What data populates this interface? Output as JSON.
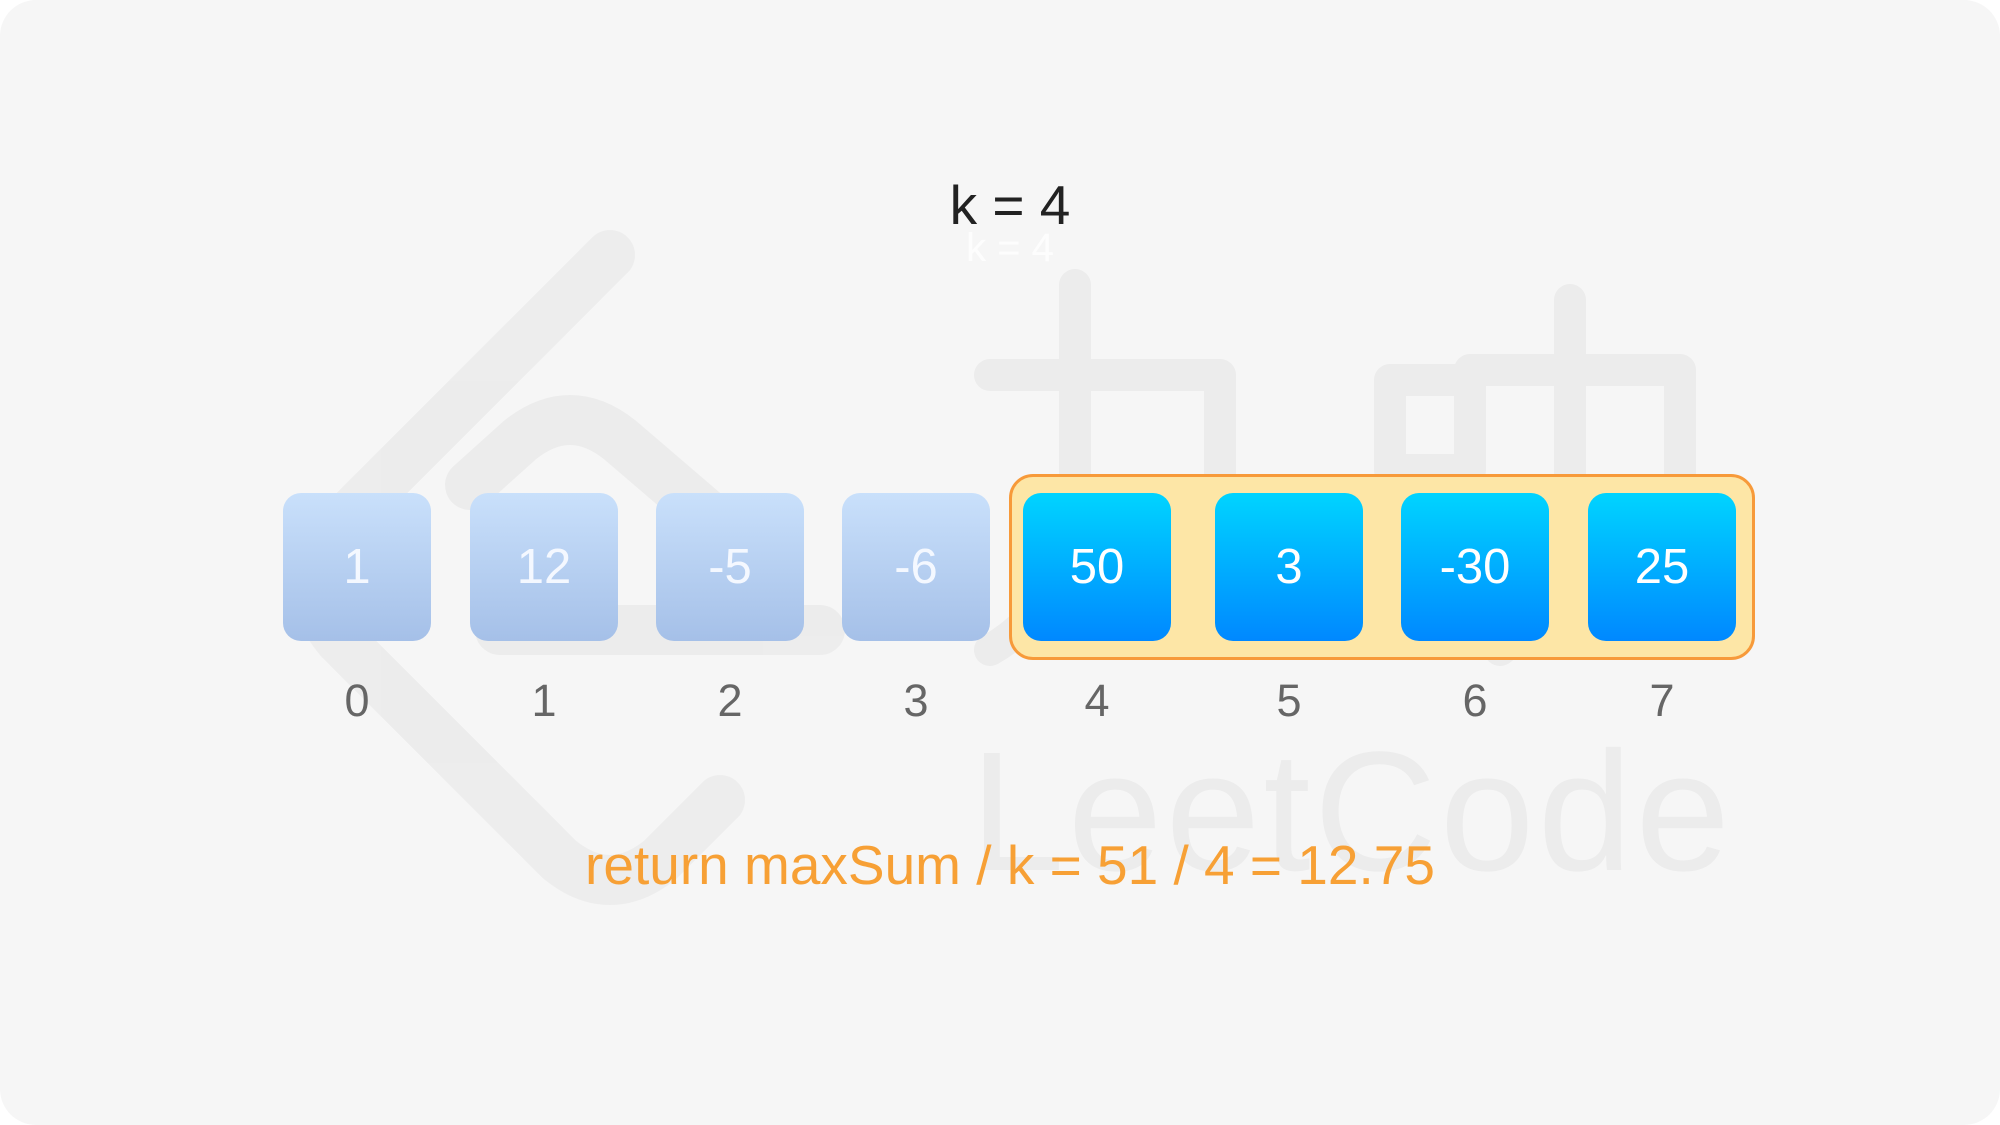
{
  "header": {
    "k_label": "k = 4",
    "k_ghost": "k = 4"
  },
  "array": {
    "cells": [
      {
        "value": "1",
        "index": "0",
        "state": "dim"
      },
      {
        "value": "12",
        "index": "1",
        "state": "dim"
      },
      {
        "value": "-5",
        "index": "2",
        "state": "dim"
      },
      {
        "value": "-6",
        "index": "3",
        "state": "dim"
      },
      {
        "value": "50",
        "index": "4",
        "state": "active"
      },
      {
        "value": "3",
        "index": "5",
        "state": "active"
      },
      {
        "value": "-30",
        "index": "6",
        "state": "active"
      },
      {
        "value": "25",
        "index": "7",
        "state": "active"
      }
    ]
  },
  "result": {
    "text": "return maxSum / k = 51 / 4 = 12.75"
  },
  "colors": {
    "highlight_fill": "#fde6a6",
    "highlight_border": "#f79a3a",
    "active_top": "#00d4ff",
    "active_bottom": "#0088ff",
    "dim_top": "#c9e0fb",
    "dim_bottom": "#a5c0e8",
    "result_text": "#f7a035"
  },
  "watermark": {
    "icon": "leetcode-logo-icon",
    "text": "LeetCode"
  }
}
